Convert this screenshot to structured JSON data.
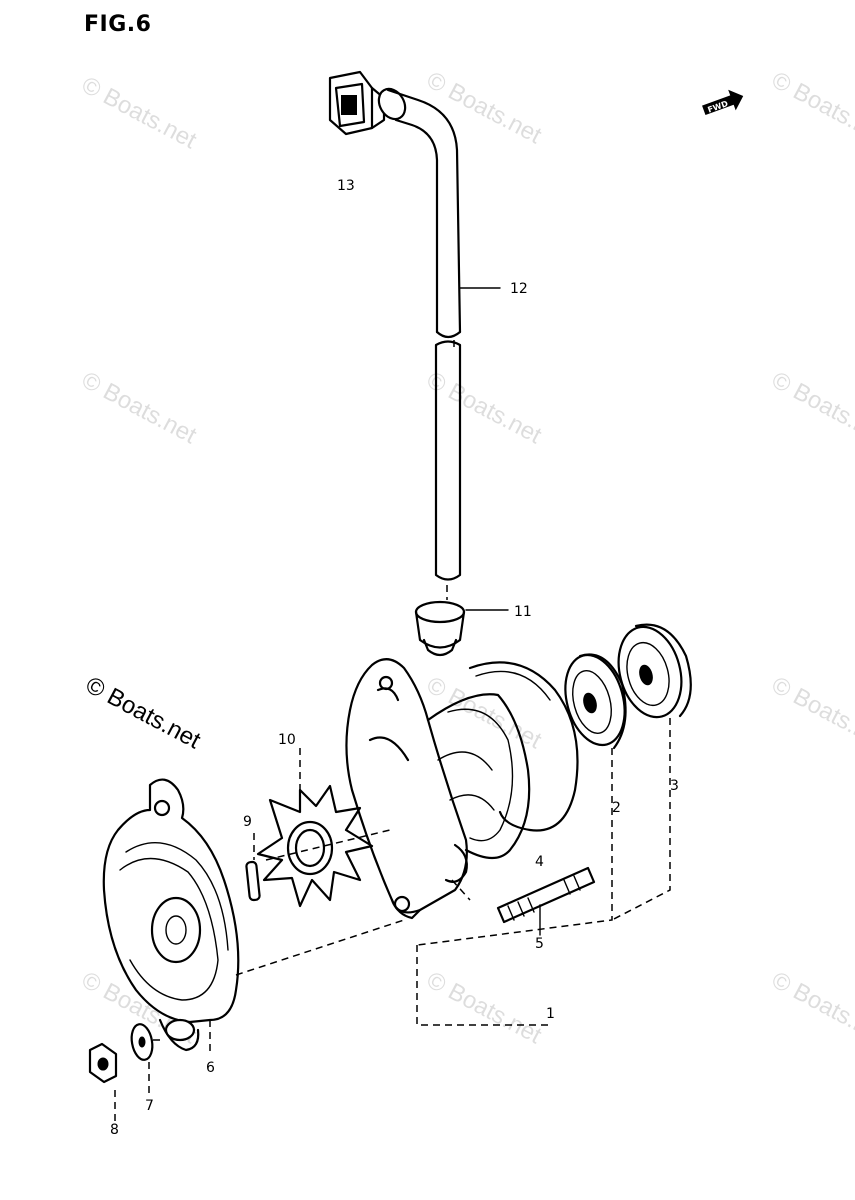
{
  "figure": {
    "title": "FIG.6"
  },
  "watermark": {
    "text": "© Boats.net"
  },
  "fwd_arrow": {
    "text": "FWD"
  },
  "callouts": [
    {
      "id": "1",
      "label": "1"
    },
    {
      "id": "2",
      "label": "2"
    },
    {
      "id": "3",
      "label": "3"
    },
    {
      "id": "4",
      "label": "4"
    },
    {
      "id": "5",
      "label": "5"
    },
    {
      "id": "6",
      "label": "6"
    },
    {
      "id": "7",
      "label": "7"
    },
    {
      "id": "8",
      "label": "8"
    },
    {
      "id": "9",
      "label": "9"
    },
    {
      "id": "10",
      "label": "10"
    },
    {
      "id": "11",
      "label": "11"
    },
    {
      "id": "12",
      "label": "12"
    },
    {
      "id": "13",
      "label": "13"
    }
  ]
}
